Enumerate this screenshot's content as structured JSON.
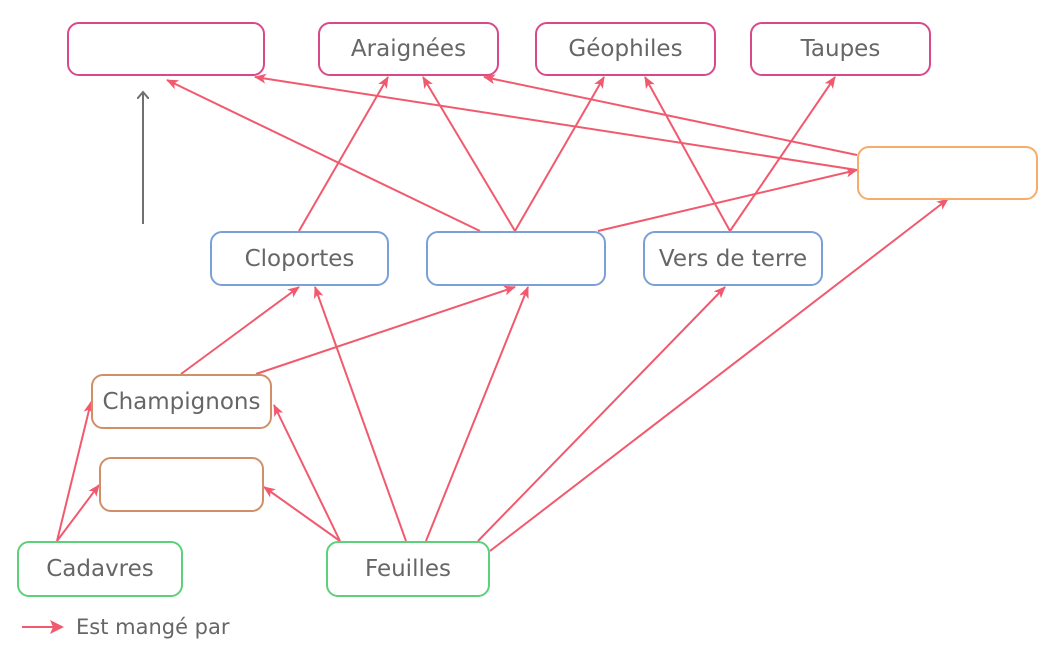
{
  "colors": {
    "arrow": "#f15a6e",
    "neutral_arrow": "#707070",
    "predators": "#d8498b",
    "top_consumer": "#f6ac6b",
    "detritivores": "#7aa0d8",
    "decomposers": "#cf9068",
    "organic_matter": "#5cd07a"
  },
  "nodes": {
    "n_top_left": {
      "label": ""
    },
    "n_araignees": {
      "label": "Araignées"
    },
    "n_geophiles": {
      "label": "Géophiles"
    },
    "n_taupes": {
      "label": "Taupes"
    },
    "n_right_orange": {
      "label": ""
    },
    "n_cloportes": {
      "label": "Cloportes"
    },
    "n_mid_blank": {
      "label": ""
    },
    "n_vers": {
      "label": "Vers de terre"
    },
    "n_champignons": {
      "label": "Champignons"
    },
    "n_blank_brown": {
      "label": ""
    },
    "n_cadavres": {
      "label": "Cadavres"
    },
    "n_feuilles": {
      "label": "Feuilles"
    }
  },
  "edges": [
    [
      "n_cadavres",
      "n_champignons"
    ],
    [
      "n_cadavres",
      "n_blank_brown"
    ],
    [
      "n_feuilles",
      "n_blank_brown"
    ],
    [
      "n_feuilles",
      "n_champignons"
    ],
    [
      "n_feuilles",
      "n_cloportes"
    ],
    [
      "n_feuilles",
      "n_mid_blank"
    ],
    [
      "n_feuilles",
      "n_vers"
    ],
    [
      "n_feuilles",
      "n_right_orange"
    ],
    [
      "n_champignons",
      "n_cloportes"
    ],
    [
      "n_champignons",
      "n_mid_blank"
    ],
    [
      "n_cloportes",
      "n_araignees"
    ],
    [
      "n_mid_blank",
      "n_top_left"
    ],
    [
      "n_mid_blank",
      "n_araignees"
    ],
    [
      "n_mid_blank",
      "n_geophiles"
    ],
    [
      "n_mid_blank",
      "n_right_orange"
    ],
    [
      "n_vers",
      "n_geophiles"
    ],
    [
      "n_vers",
      "n_taupes"
    ],
    [
      "n_right_orange",
      "n_top_left"
    ],
    [
      "n_right_orange",
      "n_araignees"
    ]
  ],
  "legend": {
    "label": "Est mangé par"
  }
}
